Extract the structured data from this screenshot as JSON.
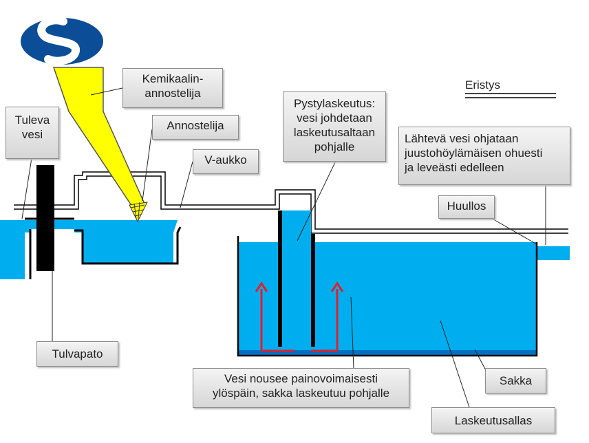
{
  "colors": {
    "water": "#00aeef",
    "sludge": "#0070c0",
    "flow_arrow": "#e0202c",
    "dosing_funnel": "#ffff00",
    "logo": "#0b4d96"
  },
  "icons": [
    "company-logo",
    "dosing-funnel",
    "flow-arrow-up"
  ],
  "labels": {
    "kemikaalin_annostelija": "Kemikaalin-\nannostelija",
    "annostelija": "Annostelija",
    "tuleva_vesi": "Tuleva\nvesi",
    "v_aukko": "V-aukko",
    "pystylaskeutus": "Pystylaskeutus:\nvesi johdetaan\nlaskeutusaltaan\npohjalle",
    "eristys": "Eristys",
    "lahteva_vesi": "Lähtevä vesi ohjataan\njuustohöylämäisen ohuesti\nja leveästi edelleen",
    "huullos": "Huullos",
    "tulvapato": "Tulvapato",
    "vesi_nousee": "Vesi nousee painovoimaisesti\nylöspäin, sakka laskeutuu pohjalle",
    "sakka": "Sakka",
    "laskeutusallas": "Laskeutusallas"
  }
}
